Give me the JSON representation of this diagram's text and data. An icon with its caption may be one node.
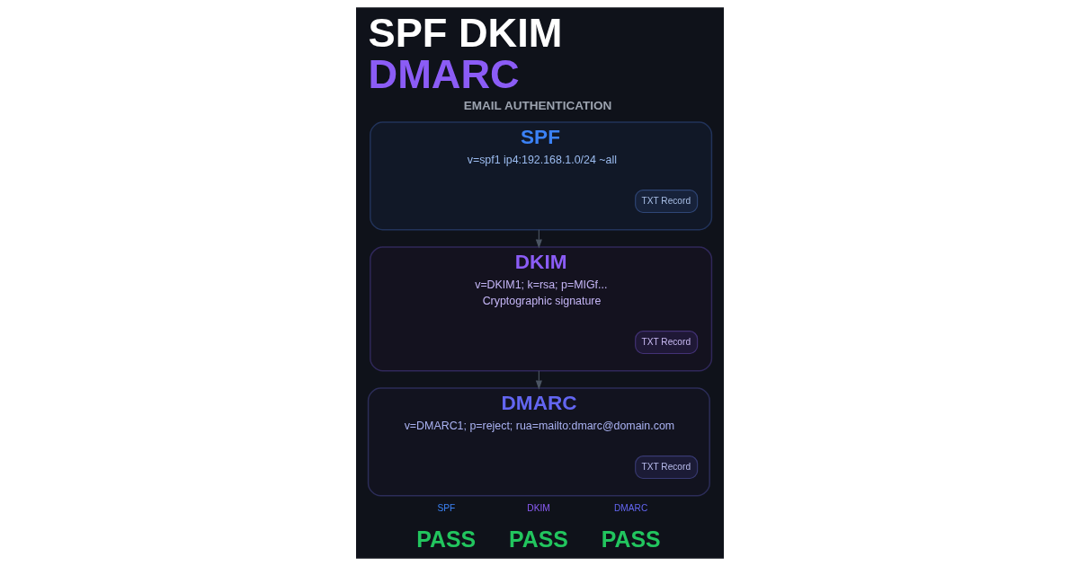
{
  "diagram": {
    "title": "SPF DKIM DMARC",
    "nodes": [
      {
        "text": [
          "SPF",
          "v=spf1 ip4:192.168.1.0/24 ~all"
        ]
      },
      {
        "text": [
          "TXT Record"
        ],
        "in": 0
      },
      {
        "text": [
          "DKIM",
          "v=DKIM1; k=rsa; p=MIGf...",
          "Cryptographic signature"
        ]
      },
      {
        "text": [
          "TXT Record"
        ],
        "in": 2
      },
      {
        "text": [
          "DMARC",
          "v=DMARC1; p=reject; rua=mailto:dmarc@domain.com"
        ]
      },
      {
        "text": [
          "TXT Record"
        ],
        "in": 4
      }
    ],
    "edges": [
      {
        "from": 0,
        "to": 2,
        "arrow": "to"
      },
      {
        "from": 2,
        "to": 4,
        "arrow": "to"
      }
    ],
    "labels": [
      "EMAIL AUTHENTICATION",
      "SPF",
      "PASS",
      "DKIM",
      "PASS",
      "DMARC",
      "PASS"
    ]
  }
}
